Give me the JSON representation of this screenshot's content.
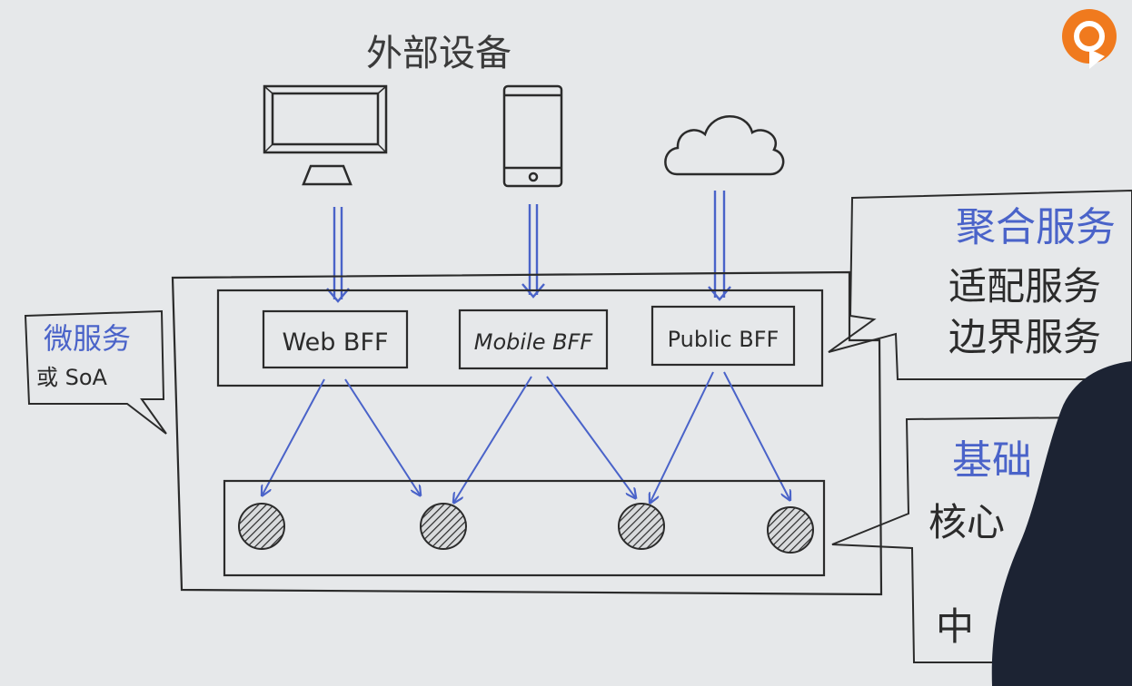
{
  "heading": "外部设备",
  "devices": [
    {
      "icon": "desktop-monitor-icon"
    },
    {
      "icon": "mobile-phone-icon"
    },
    {
      "icon": "cloud-icon"
    }
  ],
  "bff": [
    {
      "label": "Web BFF"
    },
    {
      "label": "Mobile BFF"
    },
    {
      "label": "Public BFF"
    }
  ],
  "callout_left": {
    "title": "微服务",
    "subtitle": "或 SoA"
  },
  "callout_right_top": {
    "title": "聚合服务",
    "line1": "适配服务",
    "line2": "边界服务"
  },
  "callout_right_bottom": {
    "title": "基础",
    "line1": "核心",
    "line2": "中"
  },
  "colors": {
    "ink": "#2b2b2b",
    "blue": "#4a63c9",
    "board": "#e6e8ea",
    "logo": "#f07a1e"
  },
  "logo_icon": "orange-logo-icon"
}
